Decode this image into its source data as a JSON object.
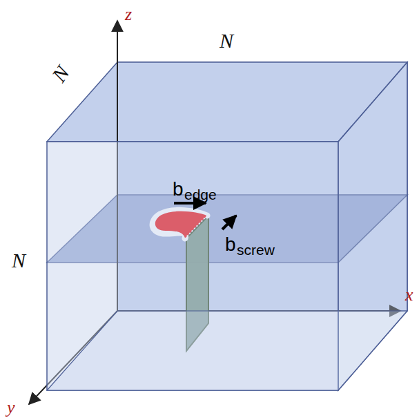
{
  "diagram": {
    "labels": [
      "z",
      "x",
      "y",
      "N",
      "N",
      "N",
      "b",
      "edge",
      "b",
      "screw"
    ]
  }
}
